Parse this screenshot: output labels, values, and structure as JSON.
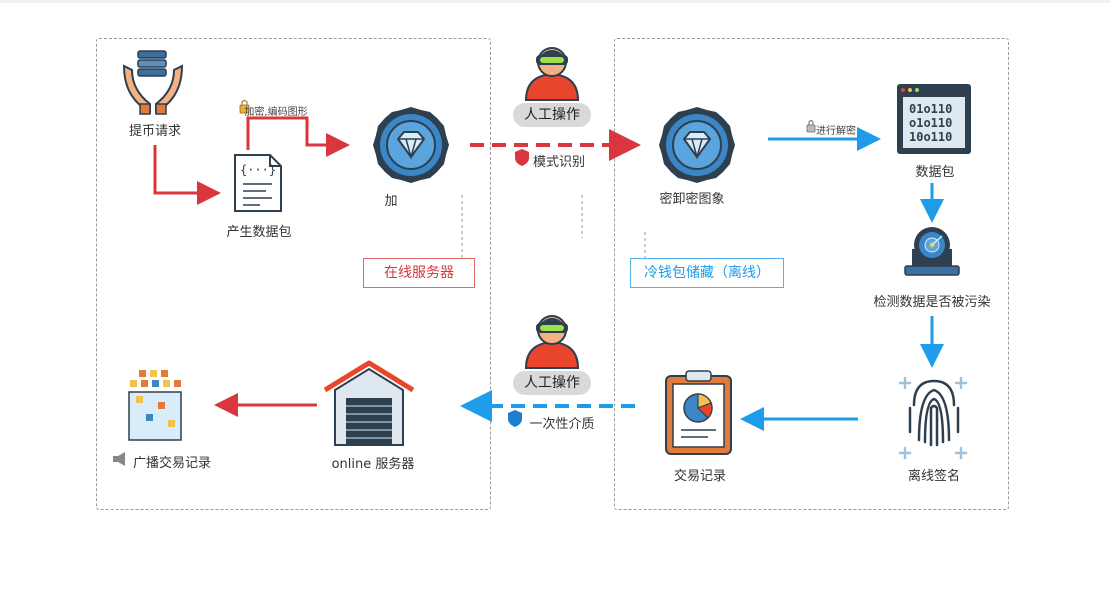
{
  "labels": {
    "withdraw_request": "提币请求",
    "encrypt_encode": "加密,编码图形",
    "generate_packet": "产生数据包",
    "encrypt_image": "加",
    "pattern_recognition": "模式识别",
    "decrypt_image": "密卸密图象",
    "decrypting": "进行解密",
    "data_packet": "数据包",
    "check_pollution": "检测数据是否被污染",
    "offline_signature": "离线签名",
    "transaction_record": "交易记录",
    "one_time_medium": "一次性介质",
    "online_server": "online 服务器",
    "broadcast_record": "广播交易记录"
  },
  "operators": {
    "top": "人工操作",
    "bottom": "人工操作"
  },
  "zones": {
    "online": "在线服务器",
    "cold_wallet": "冷钱包储藏（离线）"
  },
  "colors": {
    "red": "#d9363e",
    "blue": "#1e9be9",
    "dark": "#2e3f4f",
    "badge_blue": "#3b86c6"
  },
  "icons": [
    "hands-icon",
    "document-icon",
    "gem-badge-icon",
    "gem-badge-icon",
    "binary-screen-icon",
    "radar-laptop-icon",
    "fingerprint-icon",
    "clipboard-chart-icon",
    "warehouse-icon",
    "pixel-grid-icon",
    "vr-operator-icon"
  ]
}
